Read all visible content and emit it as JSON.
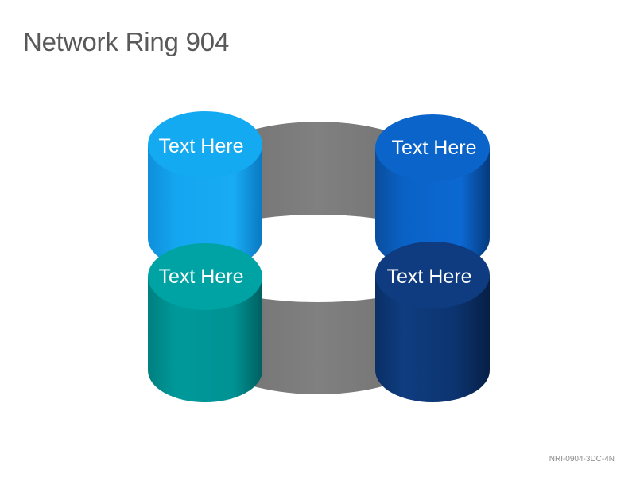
{
  "title": "Network Ring 904",
  "cylinders": [
    {
      "label": "Text Here",
      "color_top": "#12aaf0"
    },
    {
      "label": "Text Here",
      "color_top": "#0b61c8"
    },
    {
      "label": "Text Here",
      "color_top": "#00a3a3"
    },
    {
      "label": "Text Here",
      "color_top": "#0f3c7f"
    }
  ],
  "ring_color": "#757575",
  "footer": "NRI-0904-3DC-4N"
}
